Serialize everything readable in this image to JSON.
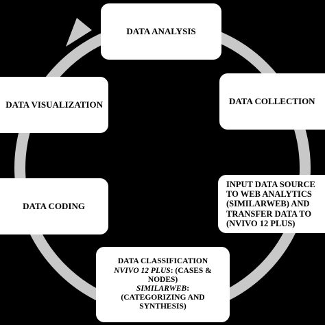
{
  "colors": {
    "background": "#000000",
    "ring": "#c8c8c8",
    "box": "#ffffff",
    "text": "#000000"
  },
  "boxes": {
    "analysis": [
      "DATA ANALYSIS"
    ],
    "collection": [
      "DATA COLLECTION"
    ],
    "visualization": [
      "DATA VISUALIZATION"
    ],
    "input": [
      "INPUT DATA SOURCE",
      "TO WEB ANALYTICS",
      "(SIMILARWEB) AND",
      "TRANSFER DATA TO",
      "(NVIVO 12 PLUS)"
    ],
    "coding": [
      "DATA CODING"
    ],
    "classification": {
      "title": "DATA CLASSIFICATION",
      "nvivo_name": "NVIVO 12 PLUS",
      "nvivo_desc": ": (CASES &",
      "nvivo_desc2": "NODES)",
      "similarweb_name": "SIMILARWEB",
      "similarweb_desc": ":",
      "similarweb_desc2": "(CATEGORIZING  AND",
      "similarweb_desc3": "SYNTHESIS)"
    }
  }
}
